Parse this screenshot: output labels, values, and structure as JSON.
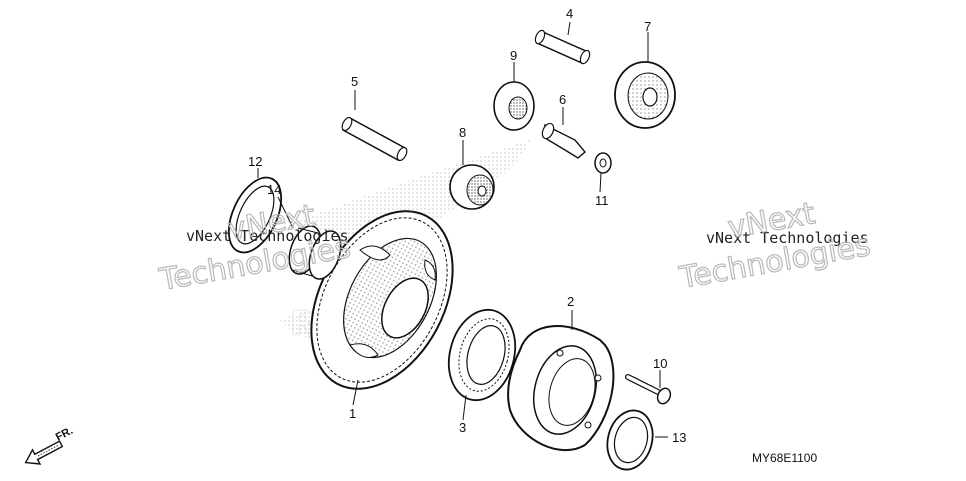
{
  "diagram": {
    "callouts": [
      "1",
      "2",
      "3",
      "4",
      "5",
      "6",
      "7",
      "8",
      "9",
      "10",
      "11",
      "12",
      "13",
      "14"
    ],
    "watermark_line1": "vNext Technologies",
    "watermark_line2_a": "vNext",
    "watermark_line2_b": "Technologies",
    "diagram_code": "MY68E1100",
    "direction_label": "FR."
  }
}
